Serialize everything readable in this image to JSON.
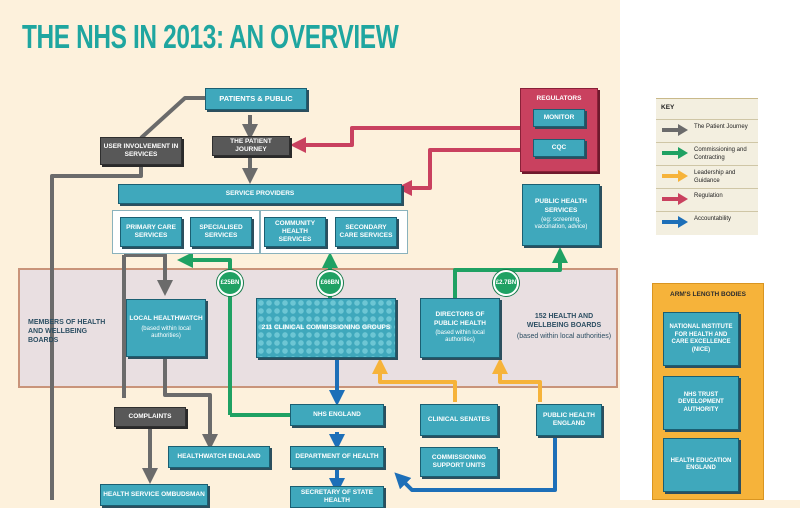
{
  "title": "THE NHS IN 2013: AN OVERVIEW",
  "colors": {
    "journey": "#6b6b6b",
    "commissioning": "#1fa163",
    "leadership": "#f6b33a",
    "regulation": "#c9415f",
    "accountability": "#1d6fb8",
    "box": "#3fa8bc",
    "title": "#1fa6a0"
  },
  "nodes": {
    "patients_public": "PATIENTS & PUBLIC",
    "user_involvement": "USER INVOLVEMENT IN SERVICES",
    "patient_journey": "THE PATIENT JOURNEY",
    "regulators": "REGULATORS",
    "monitor": "MONITOR",
    "cqc": "CQC",
    "service_providers": "SERVICE PROVIDERS",
    "primary_care": "PRIMARY CARE SERVICES",
    "specialised": "SPECIALISED SERVICES",
    "community_health": "COMMUNITY HEALTH SERVICES",
    "secondary_care": "SECONDARY CARE SERVICES",
    "public_health_services": "PUBLIC HEALTH SERVICES",
    "public_health_services_sub": "(eg: screening, vaccination, advice)",
    "members_hwb": "MEMBERS OF HEALTH AND WELLBEING BOARDS",
    "local_healthwatch": "LOCAL HEALTHWATCH",
    "local_healthwatch_sub": "(based within local authorities)",
    "ccg": "211 CLINICAL COMMISSIONING GROUPS",
    "directors_ph": "DIRECTORS OF PUBLIC HEALTH",
    "directors_ph_sub": "(based within local authorities)",
    "hwb_152": "152 HEALTH AND WELLBEING BOARDS",
    "hwb_152_sub": "(based within local authorities)",
    "complaints": "COMPLAINTS",
    "nhs_england": "NHS ENGLAND",
    "clinical_senates": "CLINICAL SENATES",
    "public_health_england": "PUBLIC HEALTH ENGLAND",
    "healthwatch_england": "HEALTHWATCH ENGLAND",
    "department_of_health": "DEPARTMENT OF HEALTH",
    "commissioning_support": "COMMISSIONING SUPPORT UNITS",
    "ombudsman": "HEALTH SERVICE OMBUDSMAN",
    "secretary_of_state": "SECRETARY OF STATE HEALTH"
  },
  "money": {
    "m1": "£25BN",
    "m2": "£66BN",
    "m3": "£2.7BN"
  },
  "key": {
    "title": "KEY",
    "items": [
      {
        "label": "The Patient Journey",
        "color": "#6b6b6b"
      },
      {
        "label": "Commissioning and Contracting",
        "color": "#1fa163"
      },
      {
        "label": "Leadership and Guidance",
        "color": "#f6b33a"
      },
      {
        "label": "Regulation",
        "color": "#c9415f"
      },
      {
        "label": "Accountability",
        "color": "#1d6fb8"
      }
    ]
  },
  "alb": {
    "title": "ARM'S LENGTH BODIES",
    "items": [
      "NATIONAL INSTITUTE FOR HEALTH AND CARE EXCELLENCE (NICE)",
      "NHS TRUST DEVELOPMENT AUTHORITY",
      "HEALTH EDUCATION ENGLAND"
    ]
  }
}
